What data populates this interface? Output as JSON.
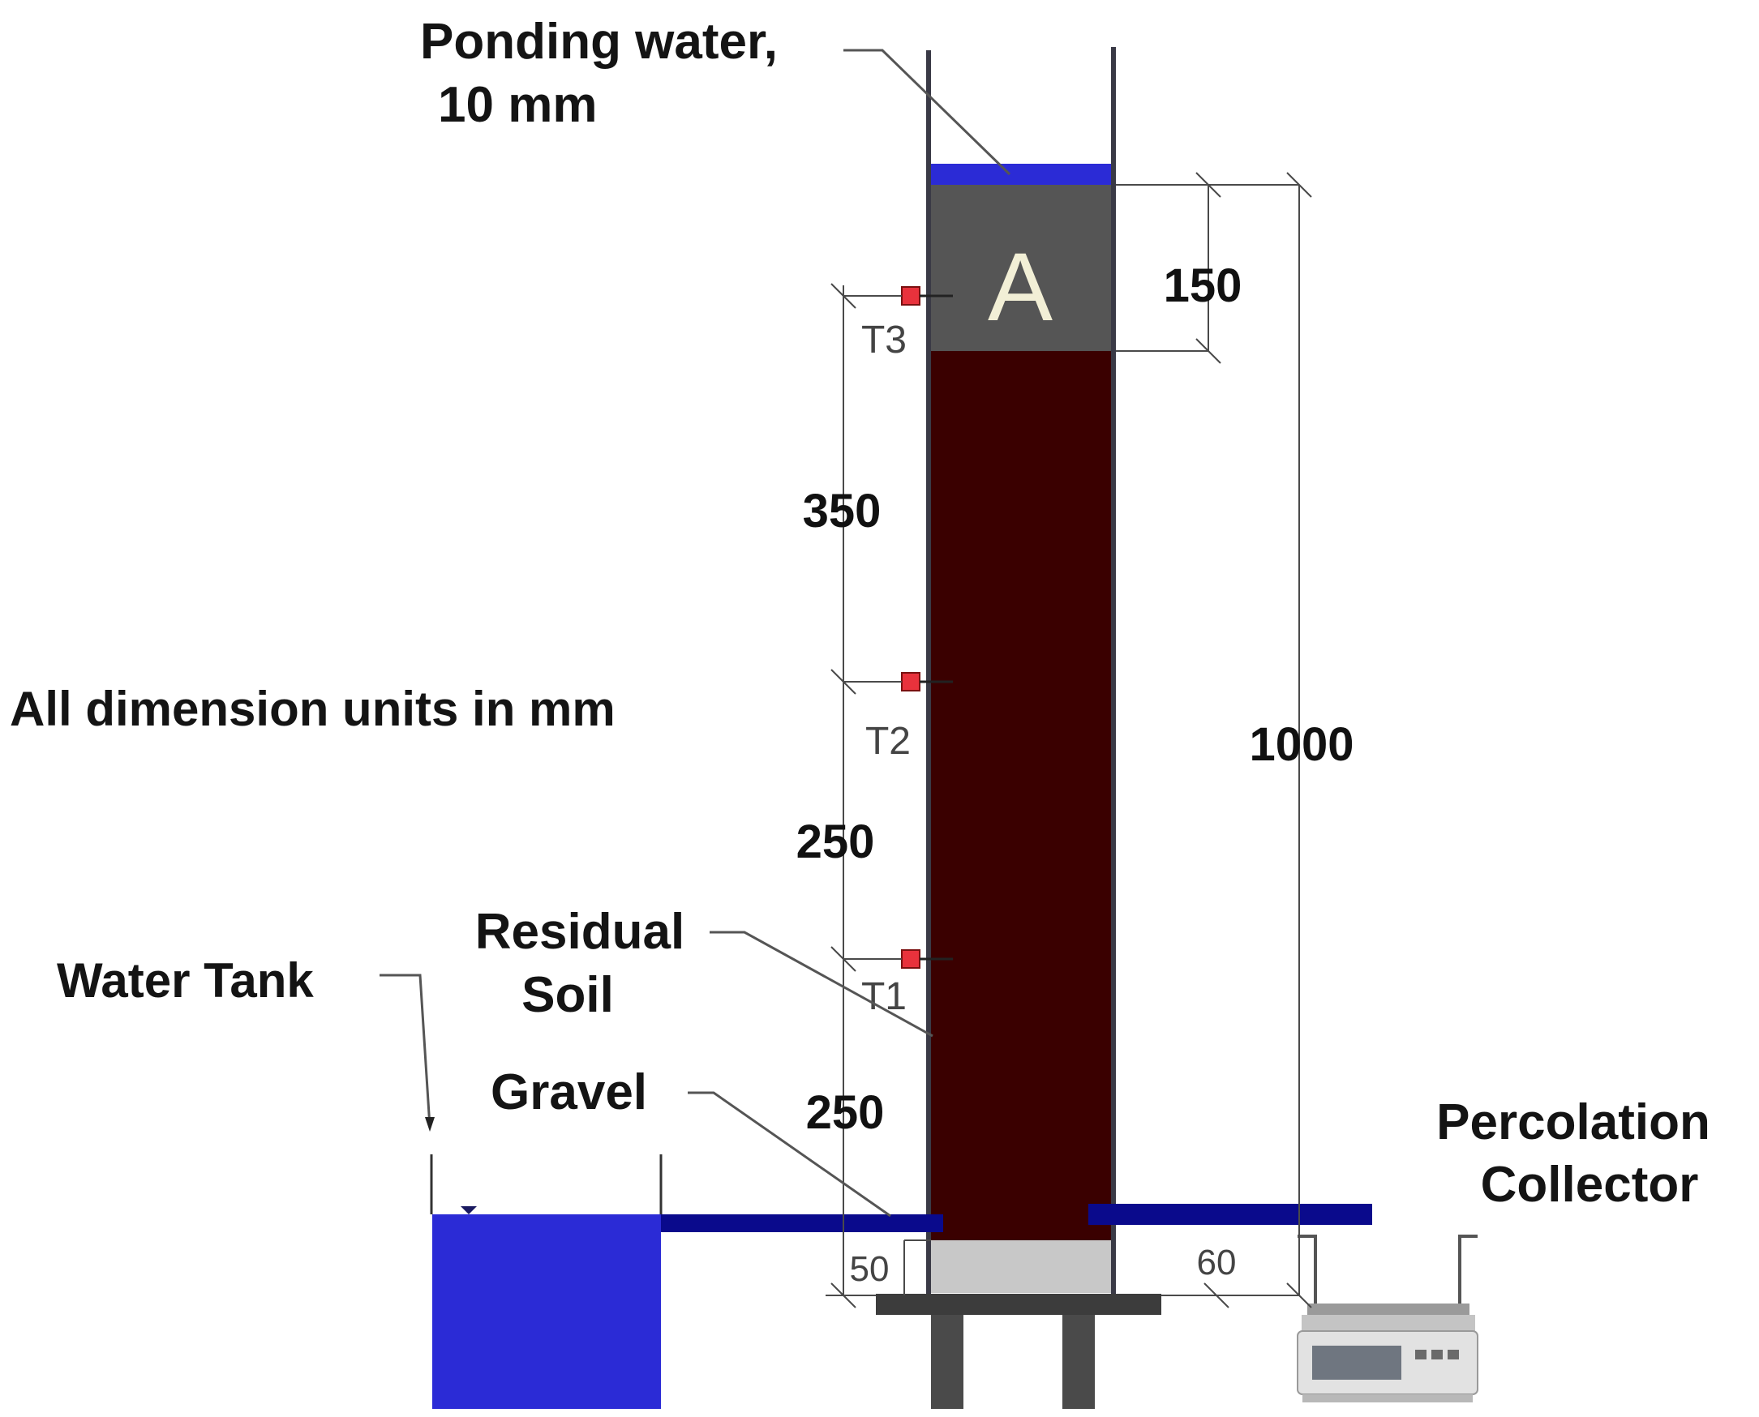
{
  "labels": {
    "ponding_water_line1": "Ponding water,",
    "ponding_water_line2": "10 mm",
    "units_note": "All dimension units in mm",
    "water_tank": "Water Tank",
    "residual_soil_line1": "Residual",
    "residual_soil_line2": "Soil",
    "gravel": "Gravel",
    "percolation_line1": "Percolation",
    "percolation_line2": "Collector",
    "layer_a": "A"
  },
  "dimensions": {
    "top_layer": "150",
    "total_height": "1000",
    "t3_to_t2": "350",
    "t2_to_t1": "250",
    "t1_to_base": "250",
    "gravel": "50",
    "outlet": "60"
  },
  "sensors": [
    "T3",
    "T2",
    "T1"
  ],
  "colors": {
    "water": "#2b2bd6",
    "pipe": "#0a0a8c",
    "soil": "#3a0000",
    "layer_a": "#555555",
    "gravel": "#c8c8c8",
    "sensor": "#e8323c",
    "frame": "#3c3c3c"
  }
}
